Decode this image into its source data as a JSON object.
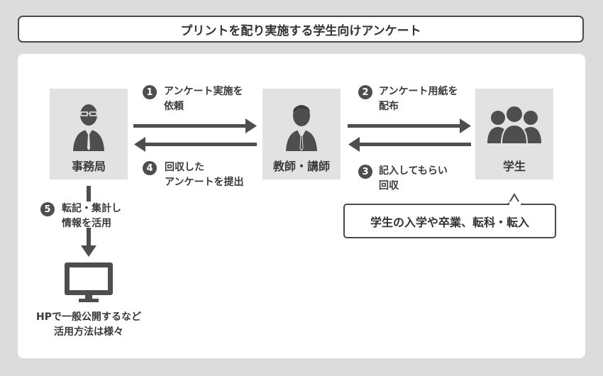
{
  "title": "プリントを配り実施する学生向けアンケート",
  "actors": {
    "office": "事務局",
    "teacher": "教師・講師",
    "student": "学生"
  },
  "steps": [
    {
      "number": "1",
      "line1": "アンケート実施を",
      "line2": "依頼"
    },
    {
      "number": "2",
      "line1": "アンケート用紙を",
      "line2": "配布"
    },
    {
      "number": "3",
      "line1": "記入してもらい",
      "line2": "回収"
    },
    {
      "number": "4",
      "line1": "回収した",
      "line2": "アンケートを提出"
    },
    {
      "number": "5",
      "line1": "転記・集計し",
      "line2": "情報を活用"
    }
  ],
  "student_note": "学生の入学や卒業、転科・転入",
  "monitor_note": {
    "line1": "HPで一般公開するなど",
    "line2": "活用方法は様々"
  },
  "icons": [
    "office-worker-icon",
    "teacher-icon",
    "student-group-icon",
    "monitor-icon"
  ],
  "colors": {
    "background": "#dcdcdc",
    "panel": "#ffffff",
    "actor_box": "#e2e2e2",
    "dark": "#4e4e4e"
  }
}
